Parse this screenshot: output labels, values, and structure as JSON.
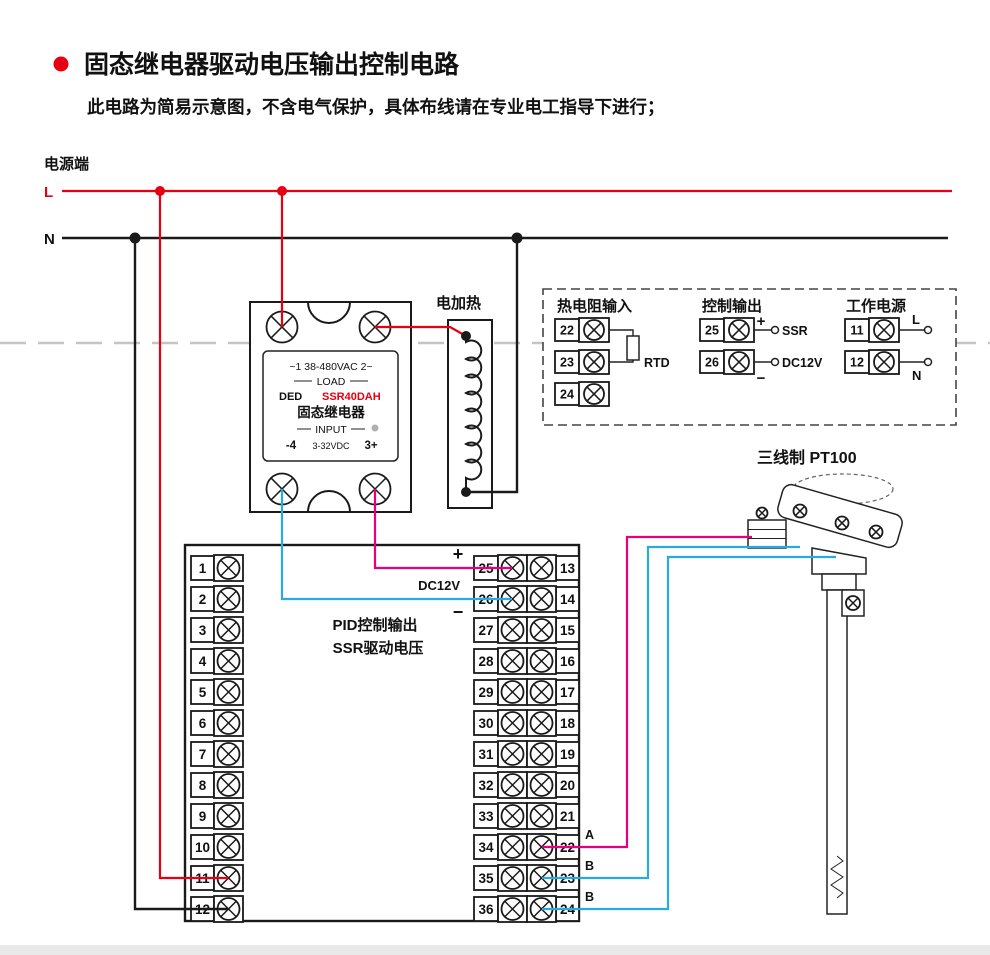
{
  "header": {
    "title": "固态继电器驱动电压输出控制电路",
    "subtitle": "此电路为简易示意图，不含电气保护，具体布线请在专业电工指导下进行；"
  },
  "power": {
    "label": "电源端",
    "live": "L",
    "neutral": "N"
  },
  "ssr": {
    "top_row": "~1  38-480VAC  2~",
    "load": "LOAD",
    "brand": "DED",
    "model": "SSR40DAH",
    "name": "固态继电器",
    "input": "INPUT",
    "in_left": "-4",
    "in_mid": "3-32VDC",
    "in_right": "3+"
  },
  "heater": {
    "label": "电加热"
  },
  "io_panel": {
    "rtd_section": {
      "title": "热电阻输入",
      "terminals": [
        "22",
        "23",
        "24"
      ],
      "label": "RTD"
    },
    "ctrl_section": {
      "title": "控制输出",
      "terminals": [
        "25",
        "26"
      ],
      "plus": "+",
      "minus": "−",
      "out1": "SSR",
      "out2": "DC12V"
    },
    "pwr_section": {
      "title": "工作电源",
      "terminals": [
        "11",
        "12"
      ],
      "l": "L",
      "n": "N"
    }
  },
  "sensor": {
    "label": "三线制 PT100"
  },
  "block": {
    "left": [
      "1",
      "2",
      "3",
      "4",
      "5",
      "6",
      "7",
      "8",
      "9",
      "10",
      "11",
      "12"
    ],
    "middle": [
      "25",
      "26",
      "27",
      "28",
      "29",
      "30",
      "31",
      "32",
      "33",
      "34",
      "35",
      "36"
    ],
    "right": [
      "13",
      "14",
      "15",
      "16",
      "17",
      "18",
      "19",
      "20",
      "21",
      "22",
      "23",
      "24"
    ],
    "plus": "+",
    "minus": "−",
    "dc": "DC12V",
    "pid1": "PID控制输出",
    "pid2": "SSR驱动电压",
    "wireA": "A",
    "wireB1": "B",
    "wireB2": "B"
  },
  "colors": {
    "accent_red": "#e60012",
    "wire_black": "#1a1a1a",
    "wire_magenta": "#e6007e",
    "wire_cyan": "#29abe2",
    "dash_gray": "#c4c4c4"
  }
}
